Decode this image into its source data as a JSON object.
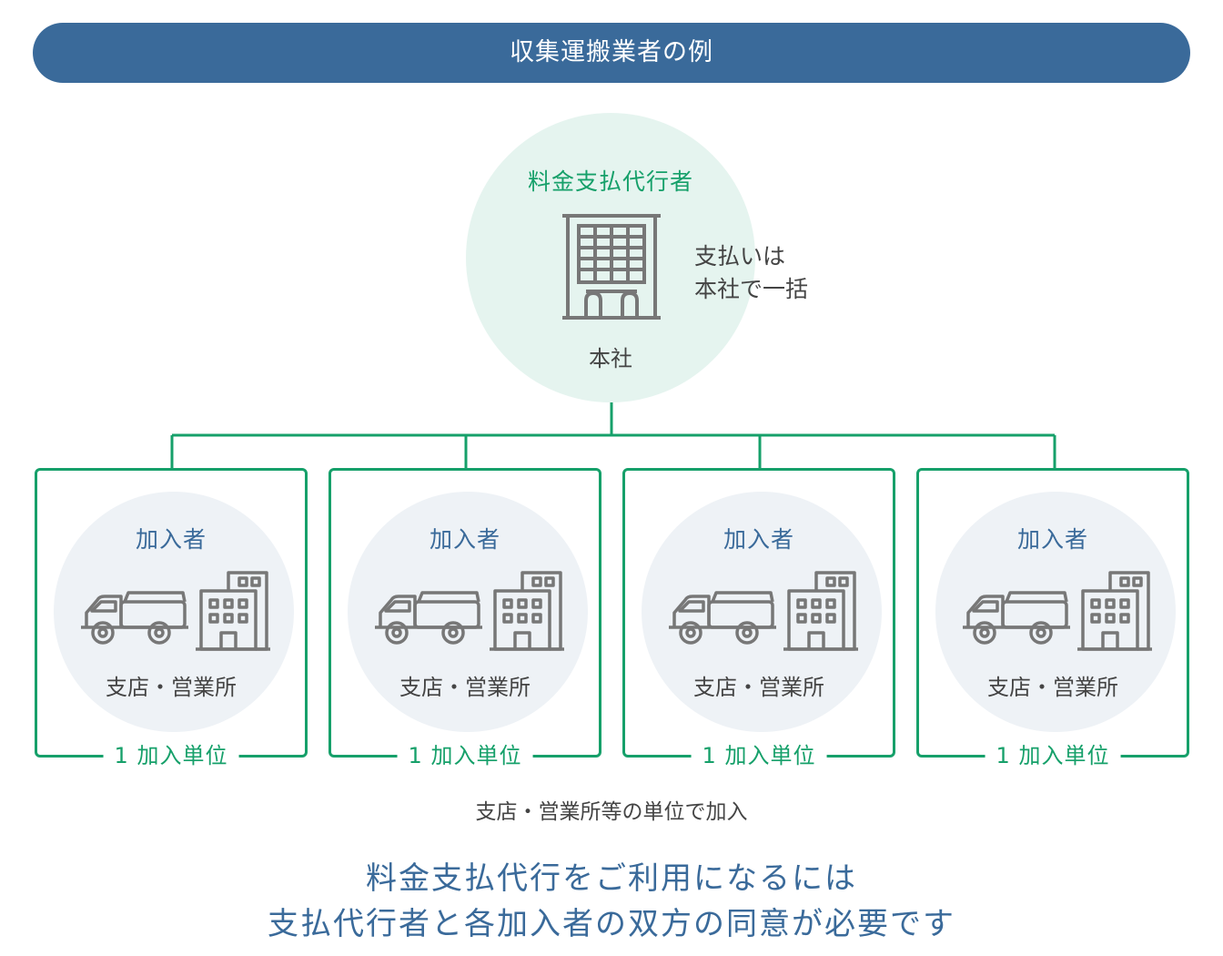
{
  "header": {
    "title": "収集運搬業者の例"
  },
  "hq": {
    "role": "料金支払代行者",
    "label": "本社",
    "icon": "office-building-icon",
    "note_lines": [
      "支払いは",
      "本社で一括"
    ]
  },
  "units": [
    {
      "role": "加入者",
      "label": "支店・営業所",
      "caption": "1 加入単位"
    },
    {
      "role": "加入者",
      "label": "支店・営業所",
      "caption": "1 加入単位"
    },
    {
      "role": "加入者",
      "label": "支店・営業所",
      "caption": "1 加入単位"
    },
    {
      "role": "加入者",
      "label": "支店・営業所",
      "caption": "1 加入単位"
    }
  ],
  "join_note": "支店・営業所等の単位で加入",
  "conclusion": {
    "line1": "料金支払代行をご利用になるには",
    "line2": "支払代行者と各加入者の双方の同意が必要です"
  },
  "colors": {
    "banner": "#3a6a9a",
    "accent_green": "#16a06a",
    "hq_circle": "#e5f4ef",
    "unit_circle": "#eef2f6",
    "text_blue": "#3a6a9a",
    "icon_gray": "#777777"
  }
}
